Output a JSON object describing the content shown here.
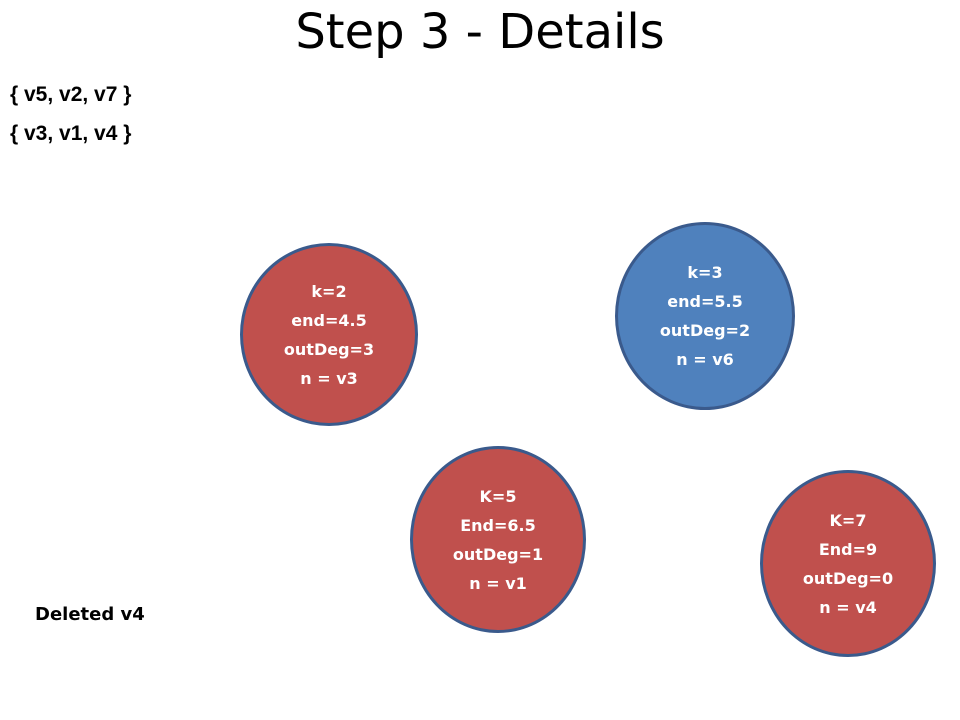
{
  "title": "Step 3 - Details",
  "sets": [
    "{ v5, v2, v7 }",
    "{ v3, v1, v4 }"
  ],
  "colors": {
    "red_node": "#c0504d",
    "blue_node": "#4f81bd",
    "node_border": "#3a5a8c",
    "node_text": "#ffffff"
  },
  "nodes": [
    {
      "id": "v3",
      "color": "red",
      "lines": [
        "k=2",
        "end=4.5",
        "outDeg=3",
        "n = v3"
      ]
    },
    {
      "id": "v6",
      "color": "blue",
      "lines": [
        "k=3",
        "end=5.5",
        "outDeg=2",
        "n = v6"
      ]
    },
    {
      "id": "v1",
      "color": "red",
      "lines": [
        "K=5",
        "End=6.5",
        "outDeg=1",
        "n = v1"
      ]
    },
    {
      "id": "v4",
      "color": "red",
      "lines": [
        "K=7",
        "End=9",
        "outDeg=0",
        "n = v4"
      ]
    }
  ],
  "note": "Deleted v4"
}
